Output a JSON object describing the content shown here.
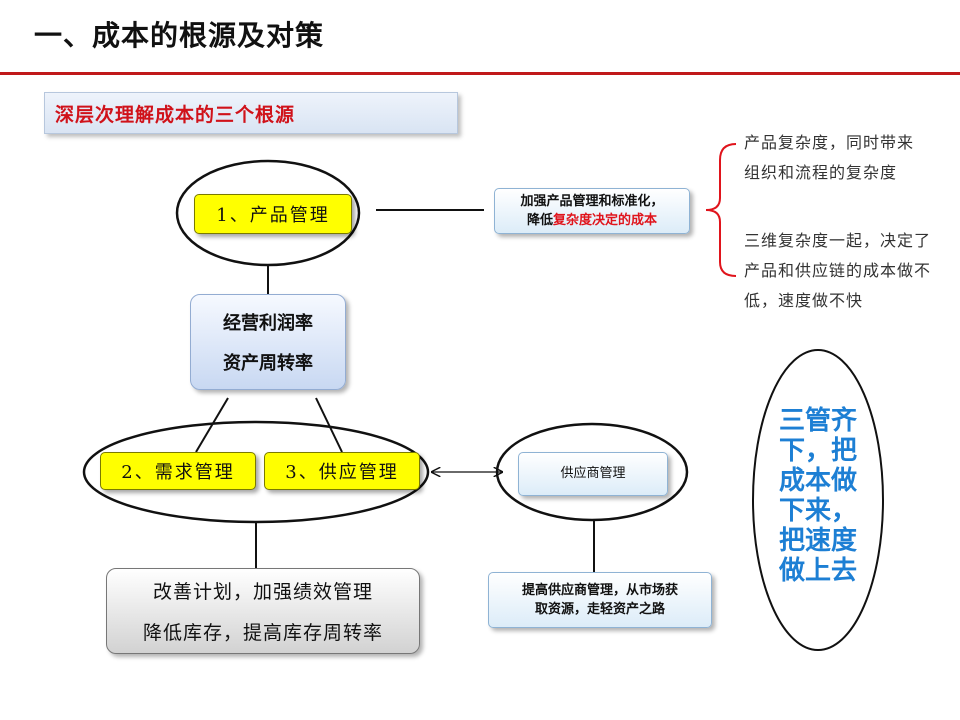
{
  "title": "一、成本的根源及对策",
  "banner": "深层次理解成本的三个根源",
  "product_mgmt": "1、产品管理",
  "demand_mgmt": "2、需求管理",
  "supply_mgmt": "3、供应管理",
  "center": {
    "line1": "经营利润率",
    "line2": "资产周转率"
  },
  "product_strategy": {
    "line1": "加强产品管理和标准化，",
    "line2_prefix": "降低",
    "line2_highlight": "复杂度决定的成本"
  },
  "supplier_mgmt": "供应商管理",
  "supplier_strategy": {
    "line1": "提高供应商管理，从市场获",
    "line2": "取资源，走轻资产之路"
  },
  "inventory_box": {
    "line1": "改善计划，加强绩效管理",
    "line2": "降低库存，提高库存周转率"
  },
  "notes": {
    "top": [
      "产品复杂度，同时带来",
      "组织和流程的复杂度"
    ],
    "bottom": [
      "三维复杂度一起，决定了",
      "产品和供应链的成本做不",
      "低，速度做不快"
    ]
  },
  "slogan": [
    "三管齐",
    "下，把",
    "成本做",
    "下来，",
    "把速度",
    "做上去"
  ],
  "colors": {
    "accent_red": "#c0181a",
    "highlight_red": "#e0141c",
    "slogan_blue": "#1d7fd4",
    "yellow": "#ffff00"
  }
}
